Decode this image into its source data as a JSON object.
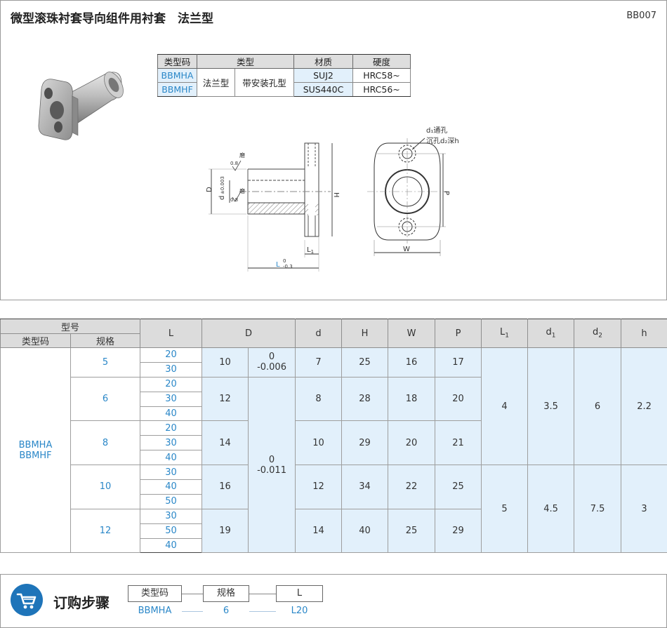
{
  "header": {
    "title": "微型滚珠衬套导向组件用衬套　法兰型",
    "code": "BB007"
  },
  "type_table": {
    "headers": [
      "类型码",
      "类型",
      "材质",
      "硬度"
    ],
    "type_main": "法兰型",
    "type_sub": "带安装孔型",
    "rows": [
      {
        "code": "BBMHA",
        "material": "SUJ2",
        "hardness": "HRC58~"
      },
      {
        "code": "BBMHF",
        "material": "SUS440C",
        "hardness": "HRC56~"
      }
    ]
  },
  "drawing": {
    "grind_mark": "磨",
    "roughness": "0.8",
    "dim_D": "D",
    "dim_d": "d",
    "dim_d_tol": "±0.003",
    "dim_H": "H",
    "dim_L1_main": "L",
    "dim_L1_sub": "1",
    "dim_L": "L",
    "dim_L_tol_upper": "0",
    "dim_L_tol_lower": "-0.3",
    "dim_P": "P",
    "dim_W": "W",
    "note_line1": "d₁通孔",
    "note_line2": "沉孔d₂深h",
    "colors": {
      "blue": "#2a87c8",
      "hatch": "#777777"
    }
  },
  "spec_table": {
    "header_group": "型号",
    "header_typecode": "类型码",
    "header_spec": "规格",
    "columns": [
      "L",
      "D",
      "d",
      "H",
      "W",
      "P",
      "L",
      "d",
      "d",
      "h"
    ],
    "column_subscripts": [
      "",
      "",
      "",
      "",
      "",
      "",
      "1",
      "1",
      "2",
      ""
    ],
    "type_codes": [
      "BBMHA",
      "BBMHF"
    ],
    "groups": [
      {
        "spec": "5",
        "L": [
          "20",
          "30"
        ],
        "D": "10",
        "d": "7",
        "H": "25",
        "W": "16",
        "P": "17"
      },
      {
        "spec": "6",
        "L": [
          "20",
          "30",
          "40"
        ],
        "D": "12",
        "d": "8",
        "H": "28",
        "W": "18",
        "P": "20"
      },
      {
        "spec": "8",
        "L": [
          "20",
          "30",
          "40"
        ],
        "D": "14",
        "d": "10",
        "H": "29",
        "W": "20",
        "P": "21"
      },
      {
        "spec": "10",
        "L": [
          "30",
          "40",
          "50"
        ],
        "D": "16",
        "d": "12",
        "H": "34",
        "W": "22",
        "P": "25"
      },
      {
        "spec": "12",
        "L": [
          "30",
          "50",
          "40"
        ],
        "D": "19",
        "d": "14",
        "H": "40",
        "W": "25",
        "P": "29"
      }
    ],
    "tol_1_upper": "0",
    "tol_1_lower": "-0.006",
    "tol_2_upper": "0",
    "tol_2_lower": "-0.011",
    "block_a": {
      "L1": "4",
      "d1": "3.5",
      "d2": "6",
      "h": "2.2"
    },
    "block_b": {
      "L1": "5",
      "d1": "4.5",
      "d2": "7.5",
      "h": "3"
    }
  },
  "order": {
    "title": "订购步骤",
    "steps": [
      {
        "label": "类型码",
        "value": "BBMHA"
      },
      {
        "label": "规格",
        "value": "6"
      },
      {
        "label": "L",
        "value": "L20"
      }
    ],
    "icon": "shopping-cart-icon"
  }
}
